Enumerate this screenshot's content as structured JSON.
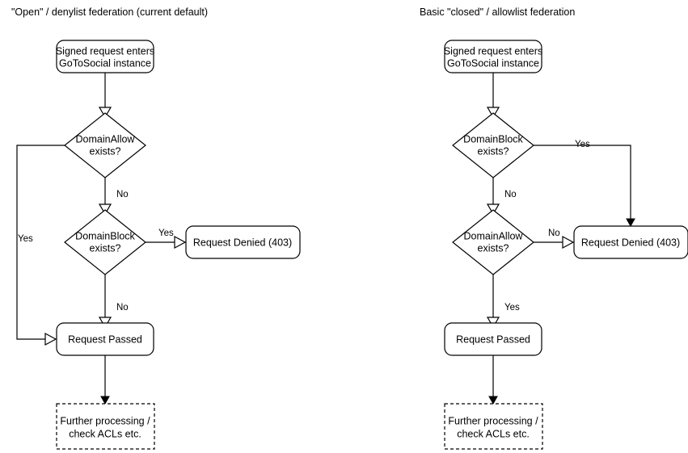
{
  "diagram": {
    "title_left": "\"Open\" / denylist federation (current default)",
    "title_right": "Basic \"closed\" / allowlist federation",
    "columns": [
      {
        "id": "open-denylist",
        "title": "\"Open\" / denylist federation (current default)",
        "nodes": {
          "entry": "Signed request enters\nGoToSocial instance",
          "entry_line1": "Signed request enters",
          "entry_line2": "GoToSocial instance",
          "decision1_line1": "DomainAllow",
          "decision1_line2": "exists?",
          "decision2_line1": "DomainBlock",
          "decision2_line2": "exists?",
          "denied": "Request Denied (403)",
          "passed": "Request Passed",
          "further_line1": "Further processing /",
          "further_line2": "check ACLs etc."
        },
        "edges": {
          "d1_yes": "Yes",
          "d1_no": "No",
          "d2_yes": "Yes",
          "d2_no": "No"
        }
      },
      {
        "id": "closed-allowlist",
        "title": "Basic \"closed\" / allowlist federation",
        "nodes": {
          "entry_line1": "Signed request enters",
          "entry_line2": "GoToSocial instance",
          "decision1_line1": "DomainBlock",
          "decision1_line2": "exists?",
          "decision2_line1": "DomainAllow",
          "decision2_line2": "exists?",
          "denied": "Request Denied (403)",
          "passed": "Request Passed",
          "further_line1": "Further processing /",
          "further_line2": "check ACLs etc."
        },
        "edges": {
          "d1_yes": "Yes",
          "d1_no": "No",
          "d2_no": "No",
          "d2_yes": "Yes"
        }
      }
    ],
    "colors": {
      "stroke": "#000000",
      "fill": "#ffffff",
      "text": "#000000",
      "background": "#ffffff"
    }
  }
}
